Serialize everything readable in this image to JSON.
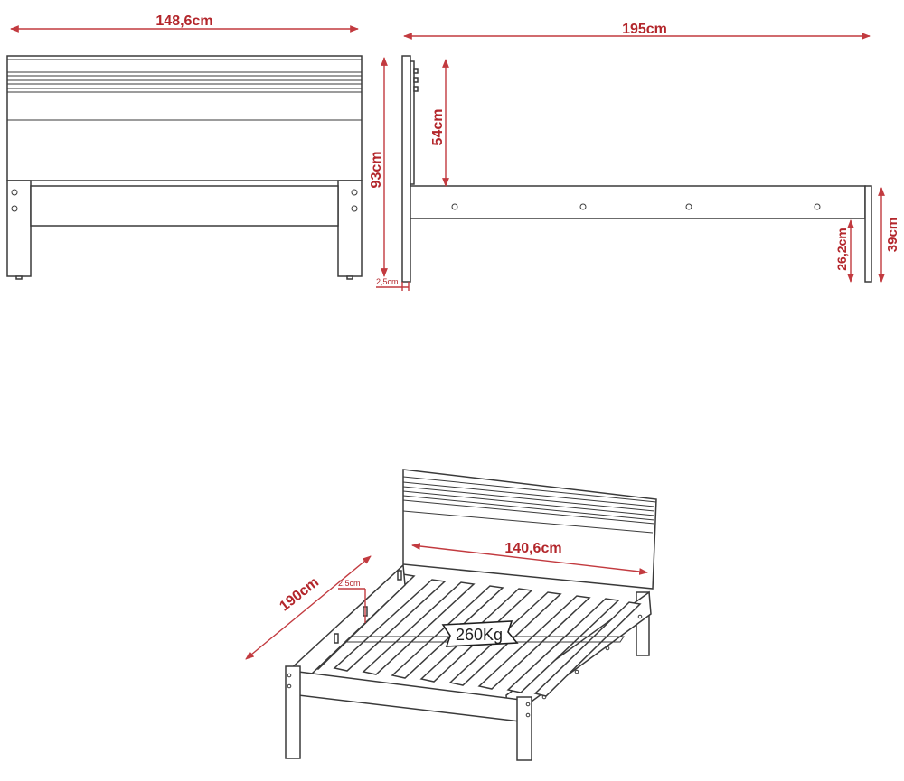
{
  "front_view": {
    "width_label": "148,6cm",
    "height_label": "93cm"
  },
  "side_view": {
    "length_label": "195cm",
    "headboard_label": "54cm",
    "frame_height_label": "39cm",
    "rail_height_label": "26,2cm",
    "thickness_label": "2,5cm"
  },
  "iso_view": {
    "inner_width_label": "140,6cm",
    "length_label": "190cm",
    "slat_gap_label": "2,5cm",
    "load_label": "260Kg"
  },
  "colors": {
    "dimension": "#c23a3f",
    "outline": "#3a3a3a"
  }
}
